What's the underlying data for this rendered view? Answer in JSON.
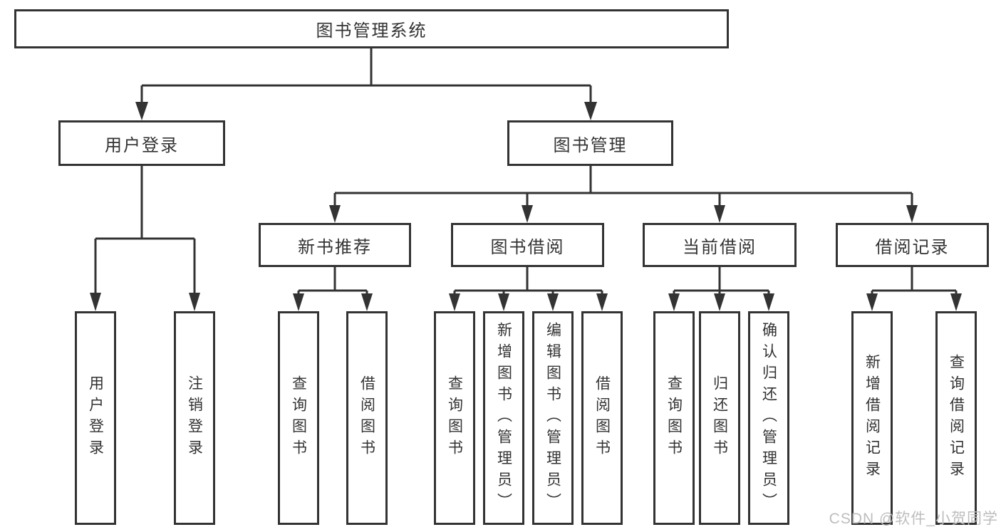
{
  "diagram": {
    "title_hint": "library-management-system-function-tree",
    "root": {
      "label": "图书管理系统"
    },
    "level2": [
      {
        "label": "用户登录"
      },
      {
        "label": "图书管理"
      }
    ],
    "level3": [
      {
        "label": "新书推荐"
      },
      {
        "label": "图书借阅"
      },
      {
        "label": "当前借阅"
      },
      {
        "label": "借阅记录"
      }
    ],
    "leaves": [
      {
        "label": "用户登录",
        "parent": "用户登录"
      },
      {
        "label": "注销登录",
        "parent": "用户登录"
      },
      {
        "label": "查询图书",
        "parent": "新书推荐"
      },
      {
        "label": "借阅图书",
        "parent": "新书推荐"
      },
      {
        "label": "查询图书",
        "parent": "图书借阅"
      },
      {
        "label": "新增图书（管理员）",
        "parent": "图书借阅"
      },
      {
        "label": "编辑图书（管理员）",
        "parent": "图书借阅"
      },
      {
        "label": "借阅图书",
        "parent": "图书借阅"
      },
      {
        "label": "查询图书",
        "parent": "当前借阅"
      },
      {
        "label": "归还图书",
        "parent": "当前借阅"
      },
      {
        "label": "确认归还（管理员）",
        "parent": "当前借阅"
      },
      {
        "label": "新增借阅记录",
        "parent": "借阅记录"
      },
      {
        "label": "查询借阅记录",
        "parent": "借阅记录"
      }
    ],
    "colors": {
      "line": "#333333",
      "text": "#333333",
      "box_background": "#ffffff",
      "watermark": "#bdbdbd"
    }
  },
  "watermark": {
    "text": "CSDN @软件_小贺同学"
  }
}
